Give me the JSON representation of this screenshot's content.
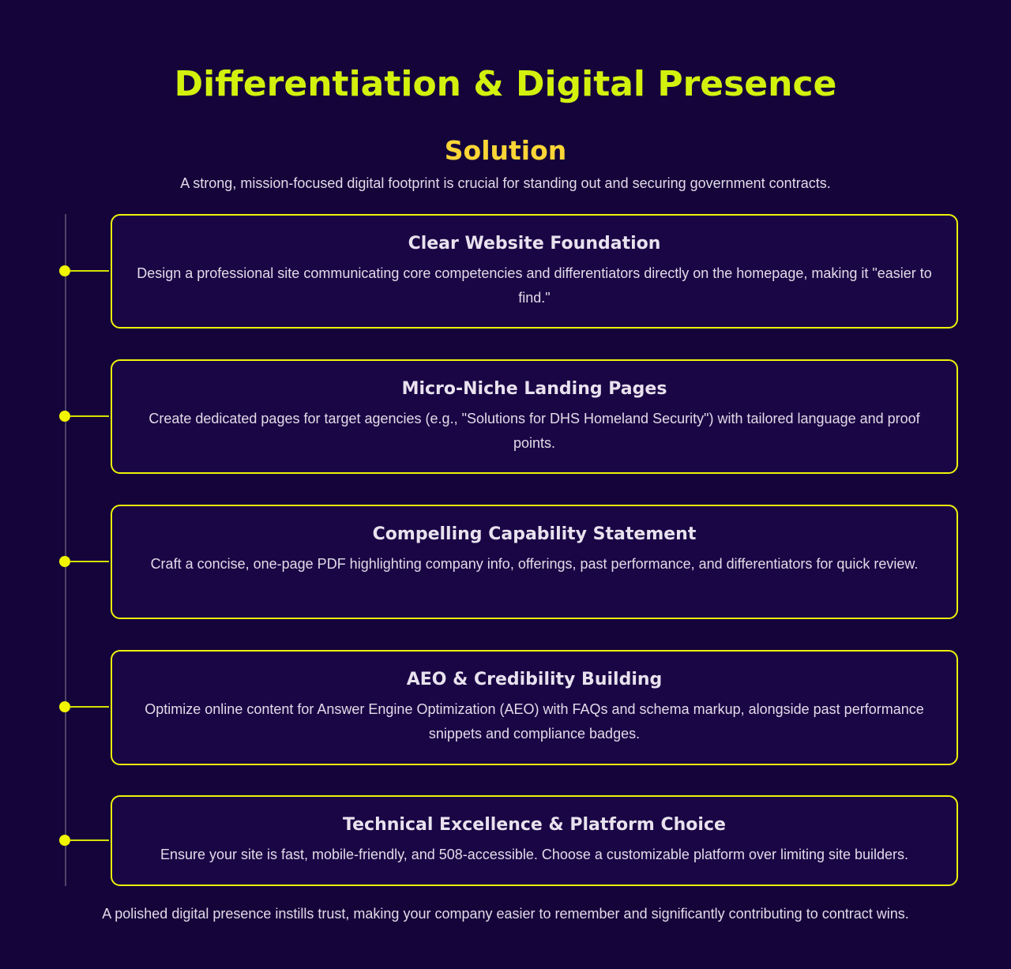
{
  "header": {
    "title": "Differentiation & Digital Presence",
    "subtitle": "Solution",
    "intro": "A strong, mission-focused digital footprint is crucial for standing out and securing government contracts."
  },
  "items": [
    {
      "title": "Clear Website Foundation",
      "text": "Design a professional site communicating core competencies and differentiators directly on the homepage, making it \"easier to find.\""
    },
    {
      "title": "Micro-Niche Landing Pages",
      "text": "Create dedicated pages for target agencies (e.g., \"Solutions for DHS Homeland Security\") with tailored language and proof points."
    },
    {
      "title": "Compelling Capability Statement",
      "text": "Craft a concise, one-page PDF highlighting company info, offerings, past performance, and differentiators for quick review."
    },
    {
      "title": "AEO & Credibility Building",
      "text": "Optimize online content for Answer Engine Optimization (AEO) with FAQs and schema markup, alongside past performance snippets and compliance badges."
    },
    {
      "title": "Technical Excellence & Platform Choice",
      "text": "Ensure your site is fast, mobile-friendly, and 508-accessible. Choose a customizable platform over limiting site builders."
    }
  ],
  "footer": {
    "text": "A polished digital presence instills trust, making your company easier to remember and significantly contributing to contract wins."
  },
  "colors": {
    "background": "#14043a",
    "title": "#d2f20e",
    "subtitle": "#fbd636",
    "accent": "#eef20a"
  }
}
